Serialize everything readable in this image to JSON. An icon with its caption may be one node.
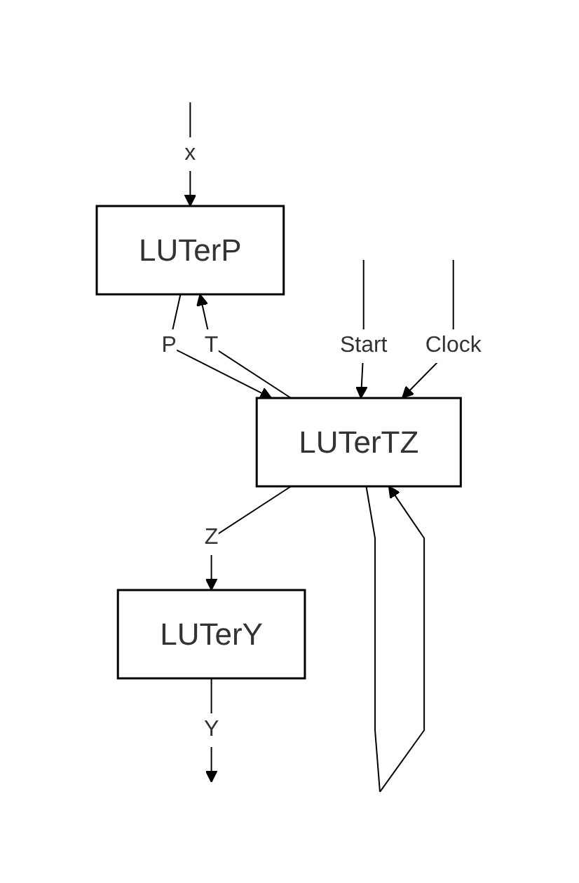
{
  "diagram": {
    "nodes": [
      {
        "text": [
          "LUTerP"
        ]
      },
      {
        "text": [
          "LUTerTZ"
        ]
      },
      {
        "text": [
          "LUTerY"
        ]
      }
    ],
    "edges": [
      {
        "from": null,
        "to": 0,
        "arrow": "to",
        "label": "x"
      },
      {
        "from": 0,
        "to": 1,
        "arrow": "to",
        "label": "P"
      },
      {
        "from": null,
        "to": 1,
        "arrow": "to",
        "label": "Start"
      },
      {
        "from": null,
        "to": 1,
        "arrow": "to",
        "label": "Clock"
      },
      {
        "from": 1,
        "to": 2,
        "arrow": "to",
        "label": "Z"
      },
      {
        "from": 1,
        "to": 0,
        "arrow": "to",
        "label": "T"
      },
      {
        "from": 1,
        "to": 1,
        "arrow": "to"
      },
      {
        "from": 2,
        "to": null,
        "arrow": "to",
        "label": "Y"
      }
    ]
  }
}
